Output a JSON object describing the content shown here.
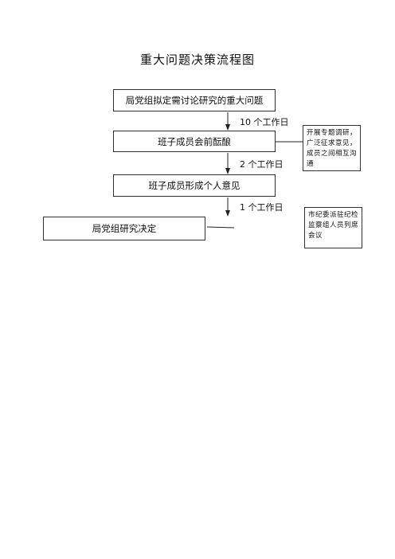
{
  "title": "重大问题决策流程图",
  "steps": [
    "局党组拟定需讨论研究的重大问题",
    "班子成员会前酝酿",
    "班子成员形成个人意见",
    "局党组研究决定"
  ],
  "intervals": [
    "10 个工作日",
    "2 个工作日",
    "1 个工作日"
  ],
  "notes": [
    "开展专题调研，广泛征求意见，成员之间相互沟通",
    "市纪委派驻纪检监察组人员列席会议"
  ]
}
